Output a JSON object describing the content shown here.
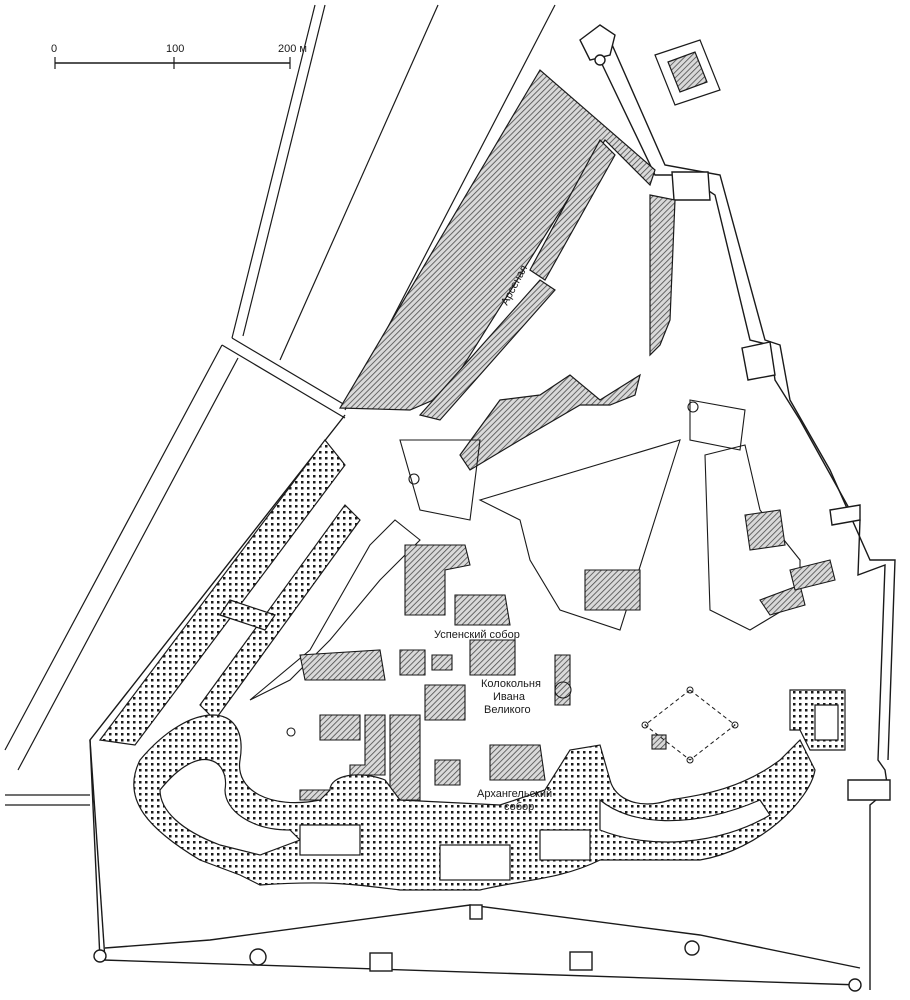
{
  "scale_bar": {
    "labels": [
      "0",
      "100",
      "200 м"
    ]
  },
  "labels": {
    "arsenal": "Арсенал",
    "uspensky": "Успенский собор",
    "bell_tower_1": "Колокольня",
    "bell_tower_2": "Ивана",
    "bell_tower_3": "Великого",
    "arkhangelsky_1": "Архангельский",
    "arkhangelsky_2": "собор"
  },
  "colors": {
    "line": "#1a1a1a",
    "hatch": "#6e6e6e",
    "paper": "#ffffff"
  }
}
